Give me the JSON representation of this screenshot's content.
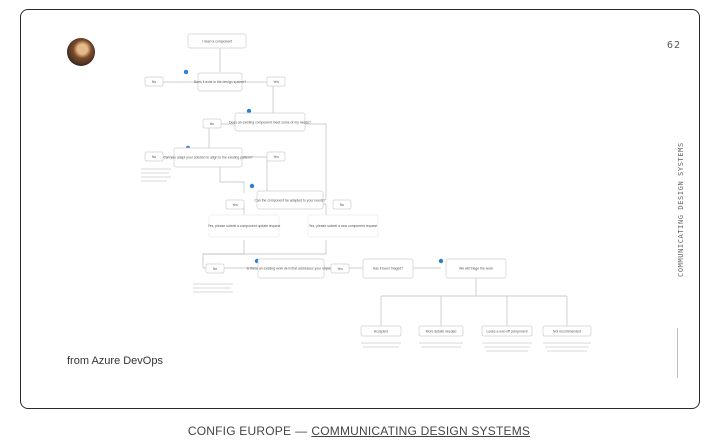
{
  "slide": {
    "page_number": "62",
    "vertical_title": "COMMUNICATING DESIGN SYSTEMS",
    "source_label": "from Azure DevOps"
  },
  "flowchart": {
    "nodes": [
      {
        "id": "start",
        "text": "I need a component"
      },
      {
        "id": "q1",
        "text": "Does it exist in the design system?"
      },
      {
        "id": "q1-no",
        "text": "No"
      },
      {
        "id": "q1-yes",
        "text": "Yes"
      },
      {
        "id": "q2",
        "text": "Does an existing component meet some of my needs?"
      },
      {
        "id": "q2-no",
        "text": "No"
      },
      {
        "id": "q3",
        "text": "Can you adapt your solution to align to the existing pattern?"
      },
      {
        "id": "q3-no",
        "text": "No"
      },
      {
        "id": "q3-yes",
        "text": "Yes"
      },
      {
        "id": "q4",
        "text": "Can the component be adapted to your needs?"
      },
      {
        "id": "q4-yes",
        "text": "Yes"
      },
      {
        "id": "q4-no",
        "text": "No"
      },
      {
        "id": "r1",
        "text": "Yes, please submit a component update request"
      },
      {
        "id": "r2",
        "text": "Yes, please submit a new component request"
      },
      {
        "id": "q5",
        "text": "Is there an existing work item that addresses your request?"
      },
      {
        "id": "q5-no",
        "text": "No"
      },
      {
        "id": "q5-yes",
        "text": "Yes"
      },
      {
        "id": "q6",
        "text": "Has it been triaged?"
      },
      {
        "id": "q7",
        "text": "We will triage the work"
      },
      {
        "id": "o1",
        "text": "Accepted"
      },
      {
        "id": "o2",
        "text": "More details needed"
      },
      {
        "id": "o3",
        "text": "Looks a one-off component"
      },
      {
        "id": "o4",
        "text": "Not recommended"
      }
    ]
  },
  "caption": {
    "prefix": "CONFIG EUROPE",
    "separator": "—",
    "link_text": "COMMUNICATING DESIGN SYSTEMS"
  },
  "colors": {
    "slide_border": "#2b2b2b",
    "flow_line": "#bdbdbd",
    "node_border": "#cfcfcf",
    "marker": "#2d7fd3"
  },
  "icons": [
    "avatar"
  ]
}
